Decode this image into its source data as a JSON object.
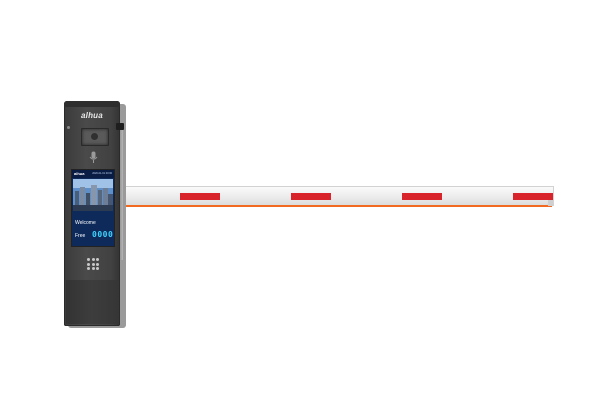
{
  "device": {
    "brand_logo_text": "alhua",
    "screen": {
      "brand_text": "alhua",
      "clock_text": "2020-01-01 00:00",
      "welcome_label": "Welcome",
      "free_label": "Free",
      "free_count": "0000"
    },
    "colors": {
      "cabinet": "#414141",
      "screen_bg": "#0d2a5a",
      "boom": "#ececec",
      "boom_stripe": "#d9232b",
      "boom_edge": "#f26a21",
      "count_digits": "#3fd3ff"
    }
  },
  "boom_arm": {
    "stripe_count": 4
  },
  "icons": [
    "camera-icon",
    "microphone-icon",
    "keypad-icon"
  ]
}
